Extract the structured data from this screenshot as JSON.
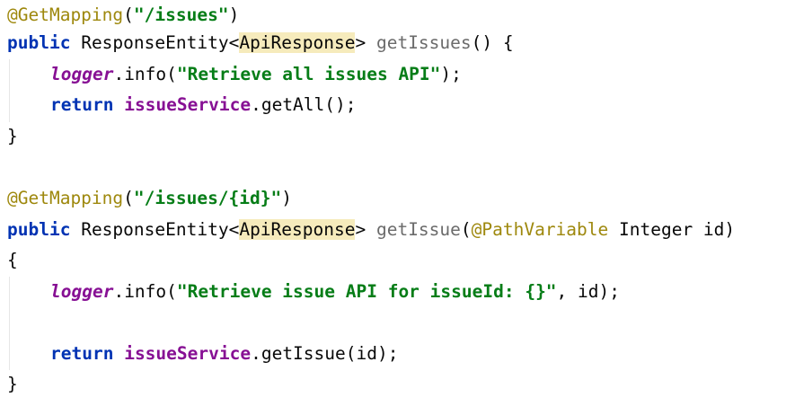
{
  "block1": {
    "annotation": "@GetMapping",
    "path_open": "(",
    "path_string": "\"/issues\"",
    "path_close": ")",
    "kw_public": "public",
    "return_type": "ResponseEntity",
    "lt": "<",
    "generic_type": "ApiResponse",
    "gt": ">",
    "method_name": "getIssues",
    "params": "() {",
    "logger": "logger",
    "info_call": ".info(",
    "log_message": "\"Retrieve all issues API\"",
    "log_end": ");",
    "kw_return": "return",
    "service": "issueService",
    "service_call": ".getAll();",
    "close_brace": "}"
  },
  "block2": {
    "annotation": "@GetMapping",
    "path_open": "(",
    "path_string": "\"/issues/{id}\"",
    "path_close": ")",
    "kw_public": "public",
    "return_type": "ResponseEntity",
    "lt": "<",
    "generic_type": "ApiResponse",
    "gt": ">",
    "method_name": "getIssue",
    "params_open": "(",
    "param_annotation": "@PathVariable",
    "param_rest": " Integer id)",
    "open_brace": "{",
    "logger": "logger",
    "info_call": ".info(",
    "log_message": "\"Retrieve issue API for issueId: {}\"",
    "log_end": ", id);",
    "kw_return": "return",
    "service": "issueService",
    "service_call": ".getIssue(id);",
    "close_brace": "}"
  },
  "colors": {
    "annotation": "#9e880d",
    "keyword": "#0033b3",
    "string": "#067d17",
    "field": "#871094",
    "method_declaration": "#6b6b6b",
    "highlight": "#f6ebbc"
  }
}
